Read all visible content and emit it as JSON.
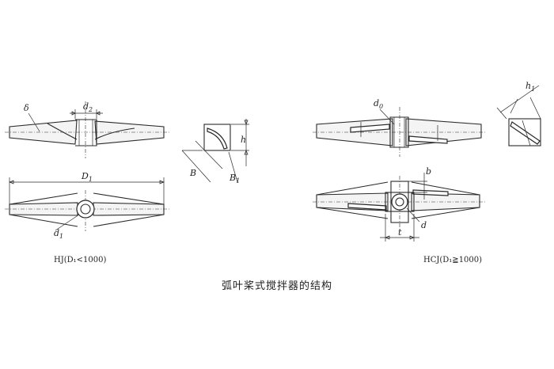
{
  "title": "弧叶桨式搅拌器的结构",
  "left_caption": "HJ(D₁<1000)",
  "right_caption": "HCJ(D₁≧1000)",
  "labels": {
    "delta": "δ",
    "d2": "d",
    "d2_sub": "2",
    "D1": "D",
    "D1_sub": "1",
    "d1": "d",
    "d1_sub": "1",
    "h": "h",
    "B": "B",
    "B1": "B",
    "B1_sub": "1",
    "d0": "d",
    "d0_sub": "0",
    "h1": "h",
    "h1_sub": "1",
    "b": "b",
    "d_small": "d",
    "t": "t"
  }
}
